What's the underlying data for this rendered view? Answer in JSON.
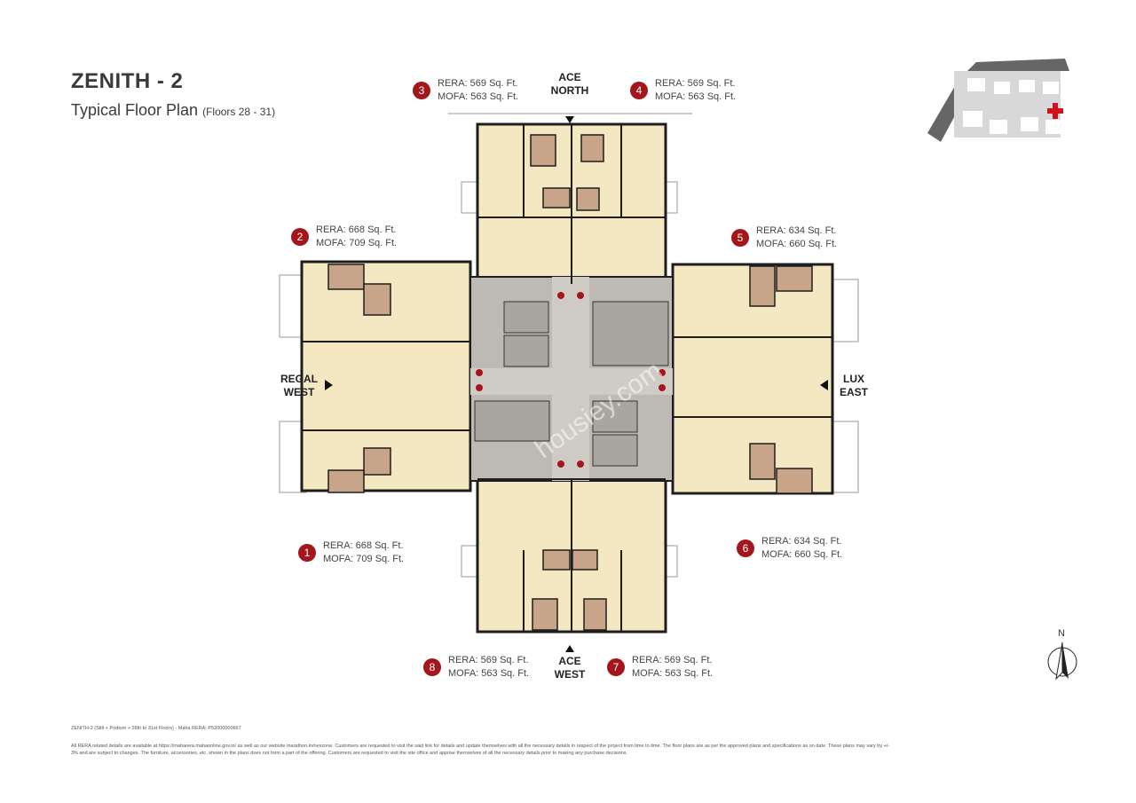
{
  "header": {
    "title": "ZENITH - 2",
    "subtitle": "Typical Floor Plan",
    "floors": "(Floors 28 - 31)"
  },
  "units": [
    {
      "num": "1",
      "rera": "RERA: 668 Sq. Ft.",
      "mofa": "MOFA: 709 Sq. Ft."
    },
    {
      "num": "2",
      "rera": "RERA: 668 Sq. Ft.",
      "mofa": "MOFA: 709 Sq. Ft."
    },
    {
      "num": "3",
      "rera": "RERA: 569 Sq. Ft.",
      "mofa": "MOFA: 563 Sq. Ft."
    },
    {
      "num": "4",
      "rera": "RERA: 569 Sq. Ft.",
      "mofa": "MOFA: 563 Sq. Ft."
    },
    {
      "num": "5",
      "rera": "RERA: 634 Sq. Ft.",
      "mofa": "MOFA: 660 Sq. Ft."
    },
    {
      "num": "6",
      "rera": "RERA: 634 Sq. Ft.",
      "mofa": "MOFA: 660 Sq. Ft."
    },
    {
      "num": "7",
      "rera": "RERA: 569 Sq. Ft.",
      "mofa": "MOFA: 563 Sq. Ft."
    },
    {
      "num": "8",
      "rera": "RERA: 569 Sq. Ft.",
      "mofa": "MOFA: 563 Sq. Ft."
    }
  ],
  "directions": {
    "north": [
      "ACE",
      "NORTH"
    ],
    "south": [
      "ACE",
      "WEST"
    ],
    "west": [
      "REGAL",
      "WEST"
    ],
    "east": [
      "LUX",
      "EAST"
    ]
  },
  "compass": {
    "label": "N"
  },
  "watermark": "housiey.com",
  "footer": {
    "line1": "ZENITH-2 (Stilt + Podium + 28th to 31st Floors) · Maha RERA: P52000000667",
    "disclaimer": "All RERA related details are available at https://maharera.mahaonline.gov.in/ as well as our website marathon.in/nexzone. Customers are requested to visit the said link for details and update themselves with all the necessary details in respect of the project from time to time. The floor plans are as per the approved plans and specifications as on date. These plans may vary by +/- 3% and are subject to changes. The furniture, accessories, etc. shown in the plans does not form a part of the offering. Customers are requested to visit the site office and apprise themselves of all the necessary details prior to making any purchase decisions."
  },
  "colors": {
    "accent": "#a3161c",
    "floor": "#f3e8c2",
    "core": "#bdb9b3",
    "wall": "#1e1e1e",
    "wet": "#c8a588"
  }
}
